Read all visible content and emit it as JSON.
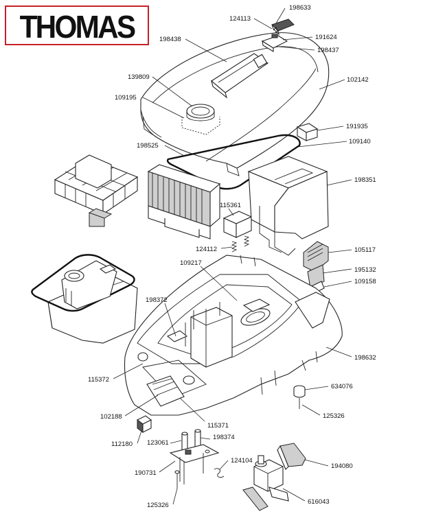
{
  "brand": {
    "logo_text": "THOMAS",
    "logo_color": "#c62027"
  },
  "parts": [
    {
      "id": "198633"
    },
    {
      "id": "124113"
    },
    {
      "id": "191624"
    },
    {
      "id": "198438"
    },
    {
      "id": "198437"
    },
    {
      "id": "139809"
    },
    {
      "id": "102142"
    },
    {
      "id": "109195"
    },
    {
      "id": "191935"
    },
    {
      "id": "198525"
    },
    {
      "id": "109140"
    },
    {
      "id": "198351"
    },
    {
      "id": "115361"
    },
    {
      "id": "124112"
    },
    {
      "id": "105117"
    },
    {
      "id": "109217"
    },
    {
      "id": "195132"
    },
    {
      "id": "109158"
    },
    {
      "id": "198372"
    },
    {
      "id": "198632"
    },
    {
      "id": "115372"
    },
    {
      "id": "634076"
    },
    {
      "id": "125326"
    },
    {
      "id": "102188"
    },
    {
      "id": "115371"
    },
    {
      "id": "112180"
    },
    {
      "id": "123061"
    },
    {
      "id": "198374"
    },
    {
      "id": "124104"
    },
    {
      "id": "194080"
    },
    {
      "id": "190731"
    },
    {
      "id": "616043"
    },
    {
      "id": "125326"
    }
  ]
}
